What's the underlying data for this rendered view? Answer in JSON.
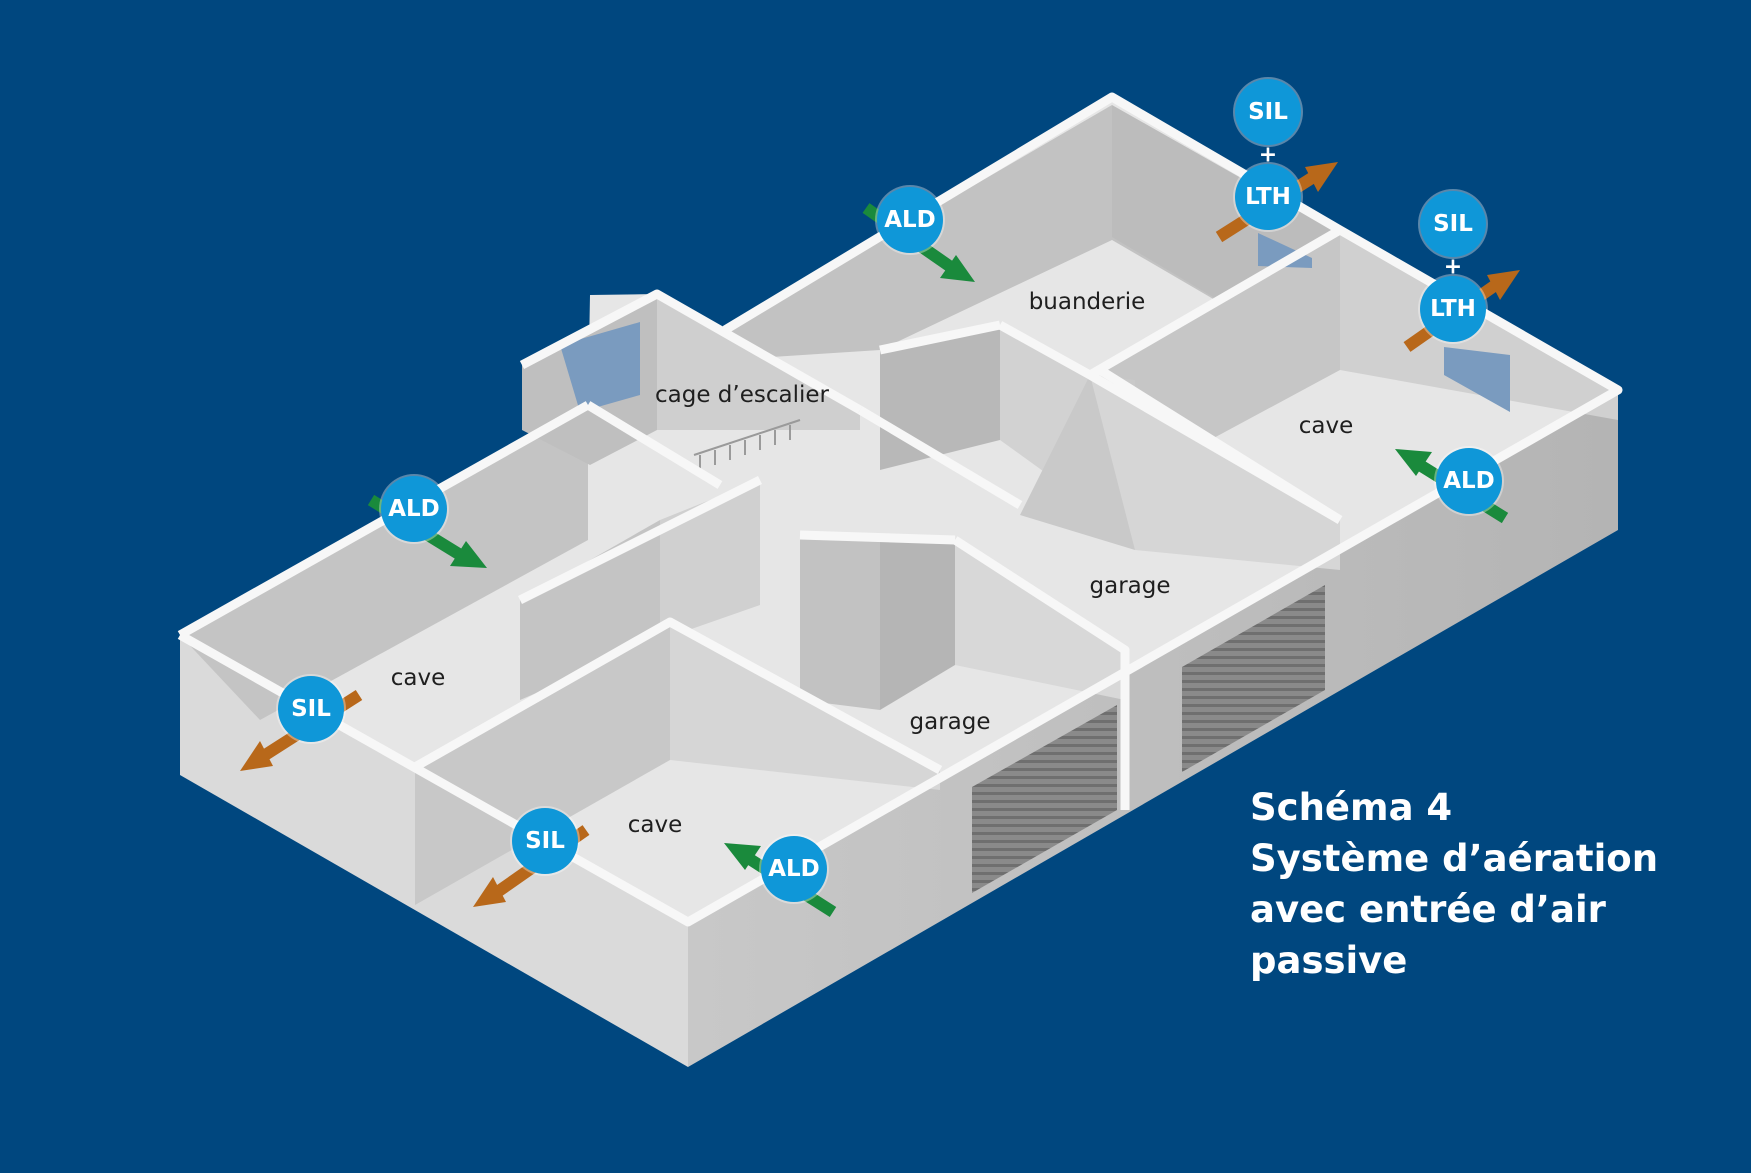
{
  "caption": {
    "line1": "Schéma 4",
    "line2": "Système d’aération",
    "line3": "avec entrée d’air",
    "line4": "passive"
  },
  "rooms": {
    "buanderie": "buanderie",
    "cage_escalier": "cage d’escalier",
    "cave_right": "cave",
    "cave_left": "cave",
    "cave_front": "cave",
    "garage_right": "garage",
    "garage_center": "garage"
  },
  "badges": {
    "ald_top": "ALD",
    "sil_top_1": "SIL",
    "lth_top_1": "LTH",
    "sil_top_2": "SIL",
    "lth_top_2": "LTH",
    "ald_right": "ALD",
    "ald_left": "ALD",
    "sil_left": "SIL",
    "sil_front": "SIL",
    "ald_front": "ALD",
    "plus_1": "+",
    "plus_2": "+"
  },
  "colors": {
    "background": "#00477f",
    "badge": "#0f97d8",
    "arrow_in": "#1a8a3c",
    "arrow_out": "#b8681a",
    "wall_top": "#f2f2f2",
    "floor": "#e6e6e6"
  }
}
